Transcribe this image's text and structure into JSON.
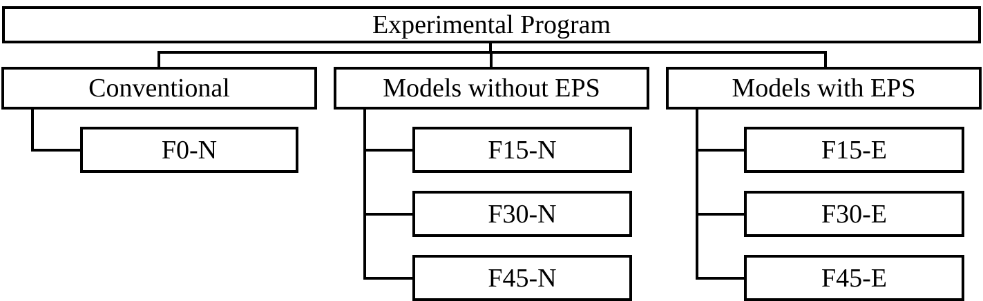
{
  "diagram": {
    "root": {
      "label": "Experimental Program"
    },
    "categories": [
      {
        "label": "Conventional",
        "children": [
          {
            "label": "F0-N"
          }
        ]
      },
      {
        "label": "Models without EPS",
        "children": [
          {
            "label": "F15-N"
          },
          {
            "label": "F30-N"
          },
          {
            "label": "F45-N"
          }
        ]
      },
      {
        "label": "Models with EPS",
        "children": [
          {
            "label": "F15-E"
          },
          {
            "label": "F30-E"
          },
          {
            "label": "F45-E"
          }
        ]
      }
    ],
    "colors": {
      "stroke": "#000000",
      "background": "#ffffff"
    }
  }
}
